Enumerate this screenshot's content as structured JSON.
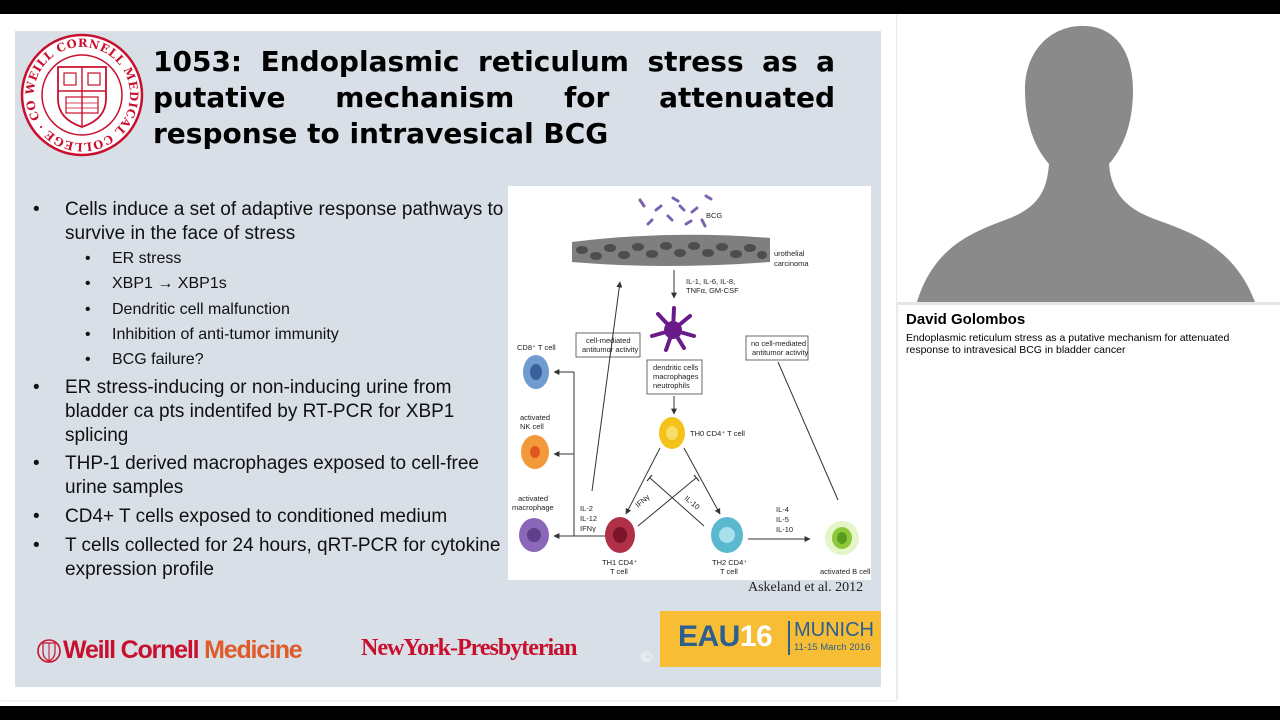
{
  "slide": {
    "title": "1053: Endoplasmic reticulum stress as a putative mechanism for attenuated response to intravesical BCG",
    "seal_text": "WEILL CORNELL MEDICAL COLLEGE · CORNELL UNIVERSITY ·",
    "bullets": [
      {
        "text": "Cells induce a set of adaptive response pathways to survive in the face of stress",
        "sub": [
          "ER stress",
          "XBP1 → XBP1s",
          "Dendritic cell malfunction",
          "Inhibition of anti-tumor immunity",
          "BCG failure?"
        ]
      },
      {
        "text": "ER stress-inducing or non-inducing urine from bladder ca pts indentifed by RT-PCR for XBP1 splicing"
      },
      {
        "text": "THP-1 derived macrophages exposed to cell-free urine samples"
      },
      {
        "text": "CD4+ T cells exposed to conditioned medium"
      },
      {
        "text": "T cells collected for 24 hours, qRT-PCR for cytokine expression profile"
      }
    ],
    "figure": {
      "labels": {
        "bcg": "BCG",
        "urothelial": "urothelial",
        "carcinoma": "carcinoma",
        "cytokines_1": "IL-1, IL-6, IL-8,",
        "cytokines_2": "TNFα, GM-CSF",
        "cell_mediated_1": "cell-mediated",
        "cell_mediated_2": "antitumor activity",
        "no_cell_mediated_1": "no cell-mediated",
        "no_cell_mediated_2": "antitumor activity",
        "cd8": "CD8⁺ T cell",
        "dendritic_1": "dendritic cells",
        "dendritic_2": "macrophages",
        "dendritic_3": "neutrophils",
        "activated_nk_1": "activated",
        "activated_nk_2": "NK cell",
        "th0": "TH0 CD4⁺ T cell",
        "activated_mac_1": "activated",
        "activated_mac_2": "macrophage",
        "il2": "IL-2",
        "il12": "IL-12",
        "ifng_left": "IFNγ",
        "ifng_mid": "IFNγ",
        "il10_mid": "IL-10",
        "il4": "IL-4",
        "il5": "IL-5",
        "il10_right": "IL-10",
        "th1_1": "TH1 CD4⁺",
        "th1_2": "T cell",
        "th2_1": "TH2 CD4⁺",
        "th2_2": "T cell",
        "activated_b": "activated B cell"
      },
      "caption": "Askeland et al. 2012"
    },
    "footer": {
      "wcm_part1": "Weill Cornell ",
      "wcm_part2": "Medicine",
      "nyp": "NewYork-Presbyterian",
      "copyright": "©",
      "eau_prefix": "EAU",
      "eau_year": "16",
      "eau_city": "MUNICH",
      "eau_dates": "11-15 March 2016"
    }
  },
  "speaker": {
    "name": "David Golombos",
    "description": "Endoplasmic reticulum stress as a putative mechanism for attenuated response to intravesical BCG in bladder cancer"
  },
  "colors": {
    "slide_bg": "#d8dfe6",
    "crimson": "#c8102e",
    "eau_yellow": "#f7bd34",
    "eau_blue": "#2a5f8f",
    "silhouette": "#8a8a8a"
  }
}
